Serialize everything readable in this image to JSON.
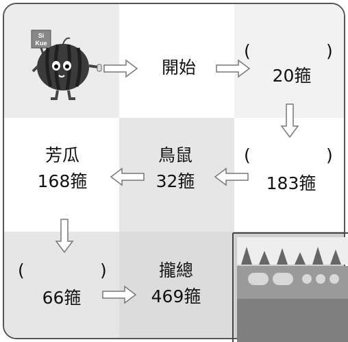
{
  "flow": {
    "start": {
      "label": "開始"
    },
    "step1": {
      "value": "20箍"
    },
    "step2": {
      "value": "183箍"
    },
    "step3": {
      "name": "鳥鼠",
      "value": "32箍"
    },
    "step4": {
      "name": "芳瓜",
      "value": "168箍"
    },
    "step5": {
      "value": "66箍"
    },
    "total": {
      "name": "攏總",
      "value": "469箍"
    },
    "paren_open": "(",
    "paren_close": ")"
  },
  "mascot": {
    "sign_text": "Si\nKue",
    "icon": "watermelon-mascot-icon"
  },
  "colors": {
    "arrow_stroke": "#777777",
    "text": "#111111",
    "frame": "#555555"
  }
}
